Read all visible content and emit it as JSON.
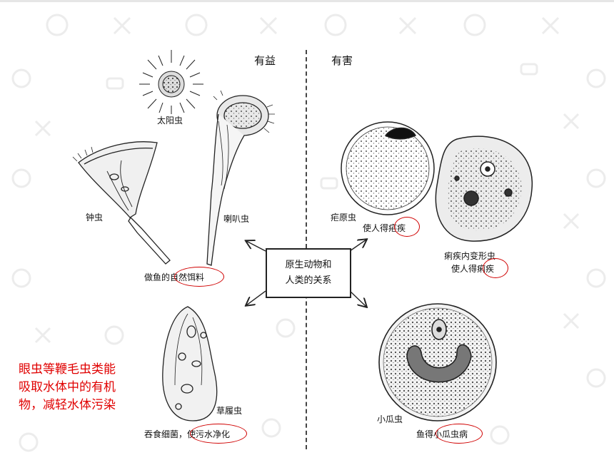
{
  "headers": {
    "beneficial": "有益",
    "harmful": "有害"
  },
  "center_box": {
    "line1": "原生动物和",
    "line2": "人类的关系"
  },
  "labels": {
    "sun_animalcule": "太阳虫",
    "vorticella": "钟虫",
    "stentor": "喇叭虫",
    "fish_food": "做鱼的自然饵料",
    "plasmodium": "疟原虫",
    "causes_malaria": "使人得疟疾",
    "amoeba": "痢疾内变形虫",
    "causes_dysentery": "使人得痢疾",
    "paramecium": "草履虫",
    "purify_water": "吞食细菌，使污水净化",
    "ichthyophthirius": "小瓜虫",
    "fish_disease": "鱼得小瓜虫病"
  },
  "note": {
    "line1": "眼虫等鞭毛虫类能",
    "line2": "吸取水体中的有机",
    "line3": "物，减轻水体污染"
  },
  "colors": {
    "note_red": "#e00000",
    "circle_red": "#d00000",
    "ink": "#222222"
  }
}
